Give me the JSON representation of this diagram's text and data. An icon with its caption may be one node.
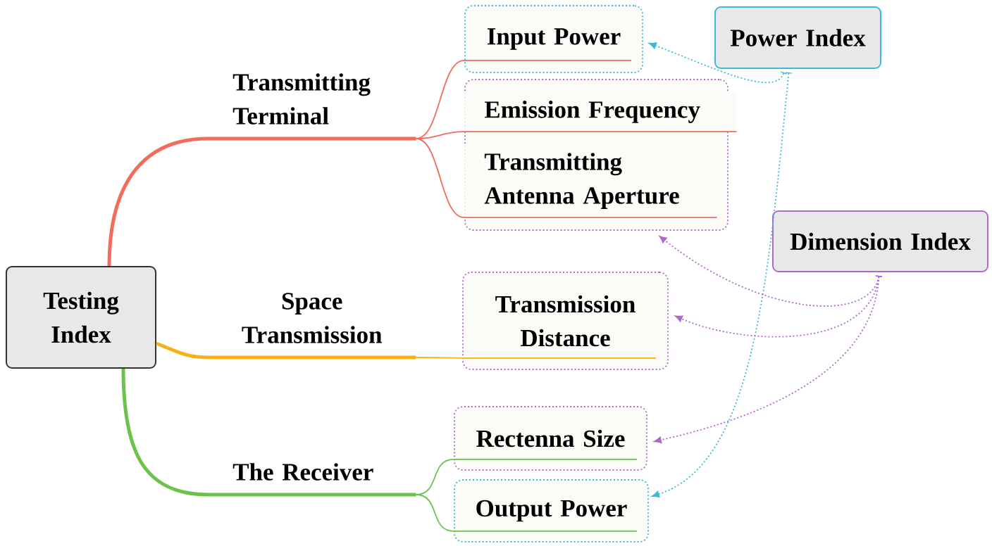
{
  "diagram": {
    "nodes": [
      {
        "text": [
          "Testing Index"
        ]
      },
      {
        "text": [
          "Transmitting Terminal"
        ]
      },
      {
        "text": [
          "Space Transmission"
        ]
      },
      {
        "text": [
          "The Receiver"
        ]
      },
      {
        "text": [
          "Input Power"
        ]
      },
      {
        "text": [],
        "shape": "box"
      },
      {
        "text": [
          "Emission Frequency"
        ],
        "in": 5
      },
      {
        "text": [
          "Transmitting Antenna Aperture"
        ],
        "in": 5
      },
      {
        "text": [
          "Transmission Distance"
        ]
      },
      {
        "text": [
          "Rectenna Size"
        ]
      },
      {
        "text": [
          "Output Power"
        ]
      },
      {
        "text": [
          "Power Index"
        ]
      },
      {
        "text": [
          "Dimension Index"
        ]
      }
    ],
    "edges": [
      {
        "from": 0,
        "to": 1,
        "arrow": "none",
        "style": "thick",
        "color": "#f26b5b"
      },
      {
        "from": 0,
        "to": 2,
        "arrow": "none",
        "style": "thick",
        "color": "#f5b015"
      },
      {
        "from": 0,
        "to": 3,
        "arrow": "none",
        "style": "thick",
        "color": "#6cc24a"
      },
      {
        "from": 1,
        "to": 4,
        "arrow": "none",
        "color": "#f26b5b"
      },
      {
        "from": 1,
        "to": 6,
        "arrow": "none",
        "color": "#f26b5b"
      },
      {
        "from": 1,
        "to": 7,
        "arrow": "none",
        "color": "#f26b5b"
      },
      {
        "from": 2,
        "to": 8,
        "arrow": "none",
        "color": "#f5b015"
      },
      {
        "from": 3,
        "to": 9,
        "arrow": "none",
        "color": "#6cc24a"
      },
      {
        "from": 3,
        "to": 10,
        "arrow": "none",
        "color": "#6cc24a"
      },
      {
        "from": 11,
        "to": 4,
        "arrow": "to",
        "style": "dashed",
        "color": "#3cb9d6"
      },
      {
        "from": 11,
        "to": 10,
        "arrow": "to",
        "style": "dashed",
        "color": "#3cb9d6"
      },
      {
        "from": 12,
        "to": 5,
        "arrow": "to",
        "style": "dashed",
        "color": "#b068cc"
      },
      {
        "from": 12,
        "to": 8,
        "arrow": "to",
        "style": "dashed",
        "color": "#b068cc"
      },
      {
        "from": 12,
        "to": 9,
        "arrow": "to",
        "style": "dashed",
        "color": "#b068cc"
      }
    ]
  }
}
